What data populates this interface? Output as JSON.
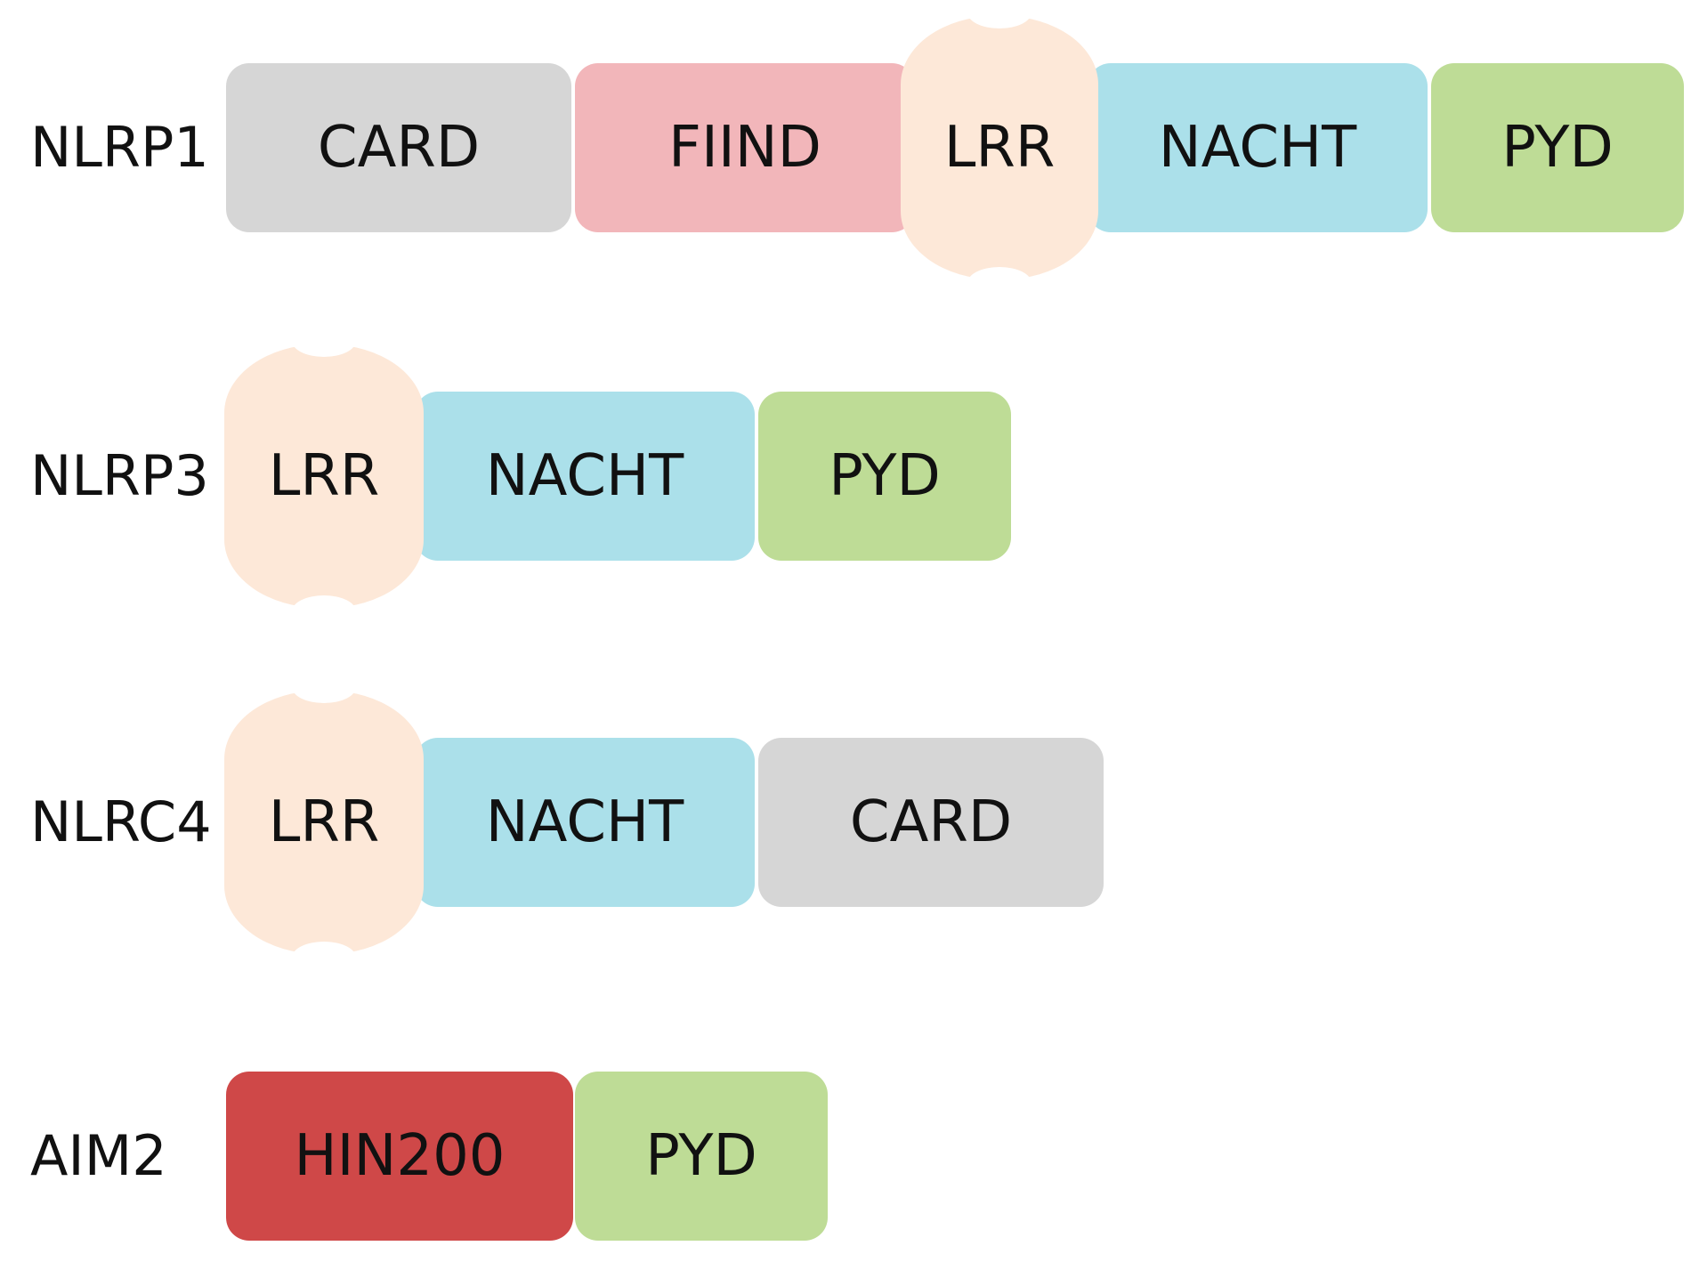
{
  "colors": {
    "CARD": "#d6d6d6",
    "FIIND": "#f2b6ba",
    "LRR": "#fde8d8",
    "NACHT": "#abe0ea",
    "PYD": "#bedc96",
    "HIN200": "#cf4848"
  },
  "rows": [
    {
      "name": "NLRP1",
      "domains": [
        {
          "label": "CARD",
          "type": "CARD"
        },
        {
          "label": "FIIND",
          "type": "FIIND"
        },
        {
          "label": "LRR",
          "type": "LRR"
        },
        {
          "label": "NACHT",
          "type": "NACHT"
        },
        {
          "label": "PYD",
          "type": "PYD"
        }
      ]
    },
    {
      "name": "NLRP3",
      "domains": [
        {
          "label": "LRR",
          "type": "LRR"
        },
        {
          "label": "NACHT",
          "type": "NACHT"
        },
        {
          "label": "PYD",
          "type": "PYD"
        }
      ]
    },
    {
      "name": "NLRC4",
      "domains": [
        {
          "label": "LRR",
          "type": "LRR"
        },
        {
          "label": "NACHT",
          "type": "NACHT"
        },
        {
          "label": "CARD",
          "type": "CARD"
        }
      ]
    },
    {
      "name": "AIM2",
      "domains": [
        {
          "label": "HIN200",
          "type": "HIN200"
        },
        {
          "label": "PYD",
          "type": "PYD"
        }
      ]
    }
  ]
}
